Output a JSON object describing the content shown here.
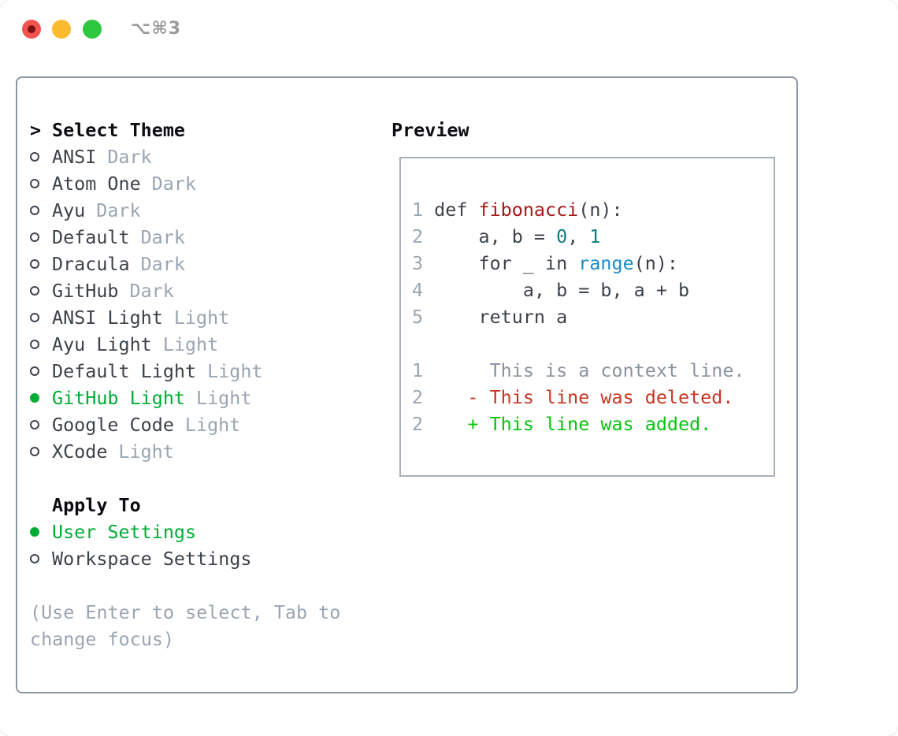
{
  "window": {
    "title": "⌥⌘3",
    "controls": {
      "close": "close",
      "minimize": "minimize",
      "maximize": "maximize"
    }
  },
  "colors": {
    "accent_green": "#00AC34",
    "muted_gray": "#9AA5B2",
    "text_dark": "#3B4248",
    "panel_border": "#8C96A3",
    "preview_border": "#A7AFB9",
    "syntax_function_red": "#A61717",
    "syntax_number_teal": "#0F7E7E",
    "syntax_builtin_blue": "#1A8AC6",
    "diff_context_gray": "#8A939E",
    "diff_deleted_red": "#C93422",
    "diff_added_green": "#07C30D",
    "dot_red": "#F1534F",
    "dot_yellow": "#FCBB2D",
    "dot_green": "#2BC840"
  },
  "theme_picker": {
    "title": "Select Theme",
    "caret": ">",
    "items": [
      {
        "label": "ANSI",
        "tag": "Dark",
        "selected": false
      },
      {
        "label": "Atom One",
        "tag": "Dark",
        "selected": false
      },
      {
        "label": "Ayu",
        "tag": "Dark",
        "selected": false
      },
      {
        "label": "Default",
        "tag": "Dark",
        "selected": false
      },
      {
        "label": "Dracula",
        "tag": "Dark",
        "selected": false
      },
      {
        "label": "GitHub",
        "tag": "Dark",
        "selected": false
      },
      {
        "label": "ANSI Light",
        "tag": "Light",
        "selected": false
      },
      {
        "label": "Ayu Light",
        "tag": "Light",
        "selected": false
      },
      {
        "label": "Default Light",
        "tag": "Light",
        "selected": false
      },
      {
        "label": "GitHub Light",
        "tag": "Light",
        "selected": true
      },
      {
        "label": "Google Code",
        "tag": "Light",
        "selected": false
      },
      {
        "label": "XCode",
        "tag": "Light",
        "selected": false
      }
    ]
  },
  "apply_to": {
    "title": "Apply To",
    "options": [
      {
        "label": "User Settings",
        "selected": true
      },
      {
        "label": "Workspace Settings",
        "selected": false
      }
    ]
  },
  "hint": {
    "line1": "(Use Enter to select, Tab to",
    "line2": "change focus)"
  },
  "preview": {
    "title": "Preview",
    "lines": [
      [
        {
          "t": "1",
          "c": "linenum"
        },
        {
          "t": " def ",
          "c": "default"
        },
        {
          "t": "fibonacci",
          "c": "function"
        },
        {
          "t": "(n):",
          "c": "default"
        }
      ],
      [
        {
          "t": "2",
          "c": "linenum"
        },
        {
          "t": "     a, b = ",
          "c": "default"
        },
        {
          "t": "0",
          "c": "number"
        },
        {
          "t": ", ",
          "c": "default"
        },
        {
          "t": "1",
          "c": "number"
        }
      ],
      [
        {
          "t": "3",
          "c": "linenum"
        },
        {
          "t": "     for _ in ",
          "c": "default"
        },
        {
          "t": "range",
          "c": "builtin"
        },
        {
          "t": "(n):",
          "c": "default"
        }
      ],
      [
        {
          "t": "4",
          "c": "linenum"
        },
        {
          "t": "         a, b = b, a + b",
          "c": "default"
        }
      ],
      [
        {
          "t": "5",
          "c": "linenum"
        },
        {
          "t": "     return a",
          "c": "default"
        }
      ],
      [],
      [
        {
          "t": "1",
          "c": "linenum"
        },
        {
          "t": "      This is a context line.",
          "c": "context"
        }
      ],
      [
        {
          "t": "2",
          "c": "linenum"
        },
        {
          "t": "    - This line was deleted.",
          "c": "deleted"
        }
      ],
      [
        {
          "t": "2",
          "c": "linenum"
        },
        {
          "t": "    + This line was added.",
          "c": "added"
        }
      ]
    ]
  }
}
